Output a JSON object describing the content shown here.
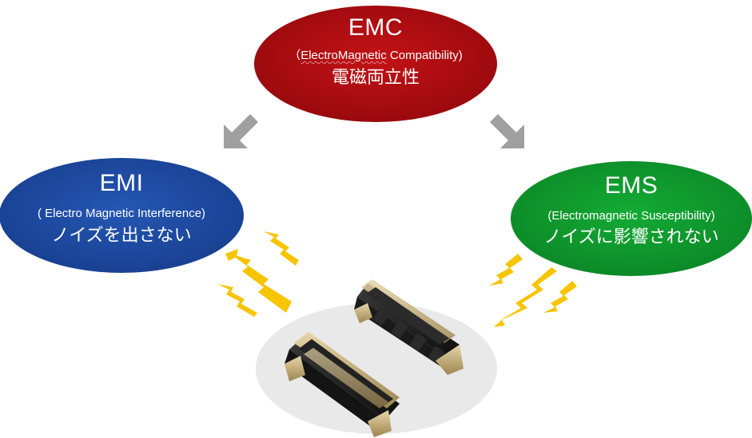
{
  "emc": {
    "title": "EMC",
    "subtitle_open": "（",
    "subtitle_word1": "ElectroMagnetic",
    "subtitle_word2": " Compatibility)",
    "japanese": "電磁両立性",
    "color": "#a90d10"
  },
  "emi": {
    "title": "EMI",
    "subtitle": "( Electro Magnetic Interference)",
    "japanese": "ノイズを出さない",
    "color": "#1d4aa0"
  },
  "ems": {
    "title": "EMS",
    "subtitle": "(Electromagnetic Susceptibility)",
    "japanese": "ノイズに影響されない",
    "color": "#0e9a2e"
  },
  "colors": {
    "arrow": "#9e9e9e",
    "lightning": "#f7c400",
    "pedestal": "#e9e9e9",
    "connector_body": "#1e1e1e",
    "connector_metal": "#c9b27a"
  },
  "icons": [
    "arrow-down-right-icon",
    "arrow-down-left-icon",
    "lightning-bolt-icon",
    "connector-image"
  ]
}
